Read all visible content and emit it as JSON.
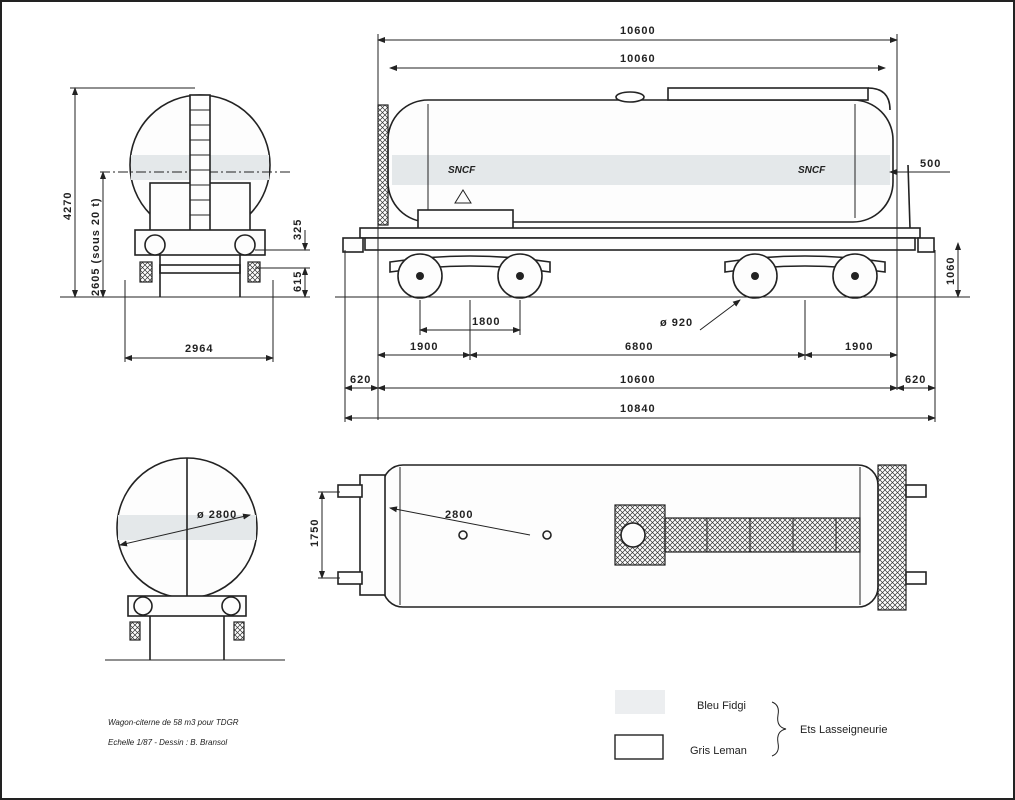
{
  "drawing": {
    "side_view": {
      "dimensions": {
        "overall_length_top": "10600",
        "tank_length": "10060",
        "side_offset": "500",
        "buffer_height": "1060",
        "bogie_wheelbase": "1800",
        "wheel_diameter": "ø 920",
        "overhang_left": "1900",
        "bogie_centers": "6800",
        "overhang_right": "1900",
        "buffer_left": "620",
        "length_over_frame": "10600",
        "buffer_right": "620",
        "length_over_buffers": "10840"
      },
      "logo_left": "SNCF",
      "logo_right": "SNCF"
    },
    "end_view": {
      "dimensions": {
        "total_height": "4270",
        "axis_height": "2605 (sous 20 t)",
        "frame_height": "325",
        "buffer_height": "615",
        "width": "2964"
      }
    },
    "end_view_lower": {
      "diameter": "ø 2800"
    },
    "top_view": {
      "dimensions": {
        "width": "1750",
        "radius": "2800"
      }
    },
    "caption": {
      "line1": "Wagon-citerne de 58 m3 pour TDGR",
      "line2": "Echelle 1/87 - Dessin : B. Bransol"
    },
    "legend": {
      "items": [
        {
          "label": "Bleu Fidgi",
          "color": "#e4e8ea"
        },
        {
          "label": "Gris Leman",
          "color": "#ffffff"
        }
      ],
      "manufacturer": "Ets Lasseigneurie"
    }
  }
}
